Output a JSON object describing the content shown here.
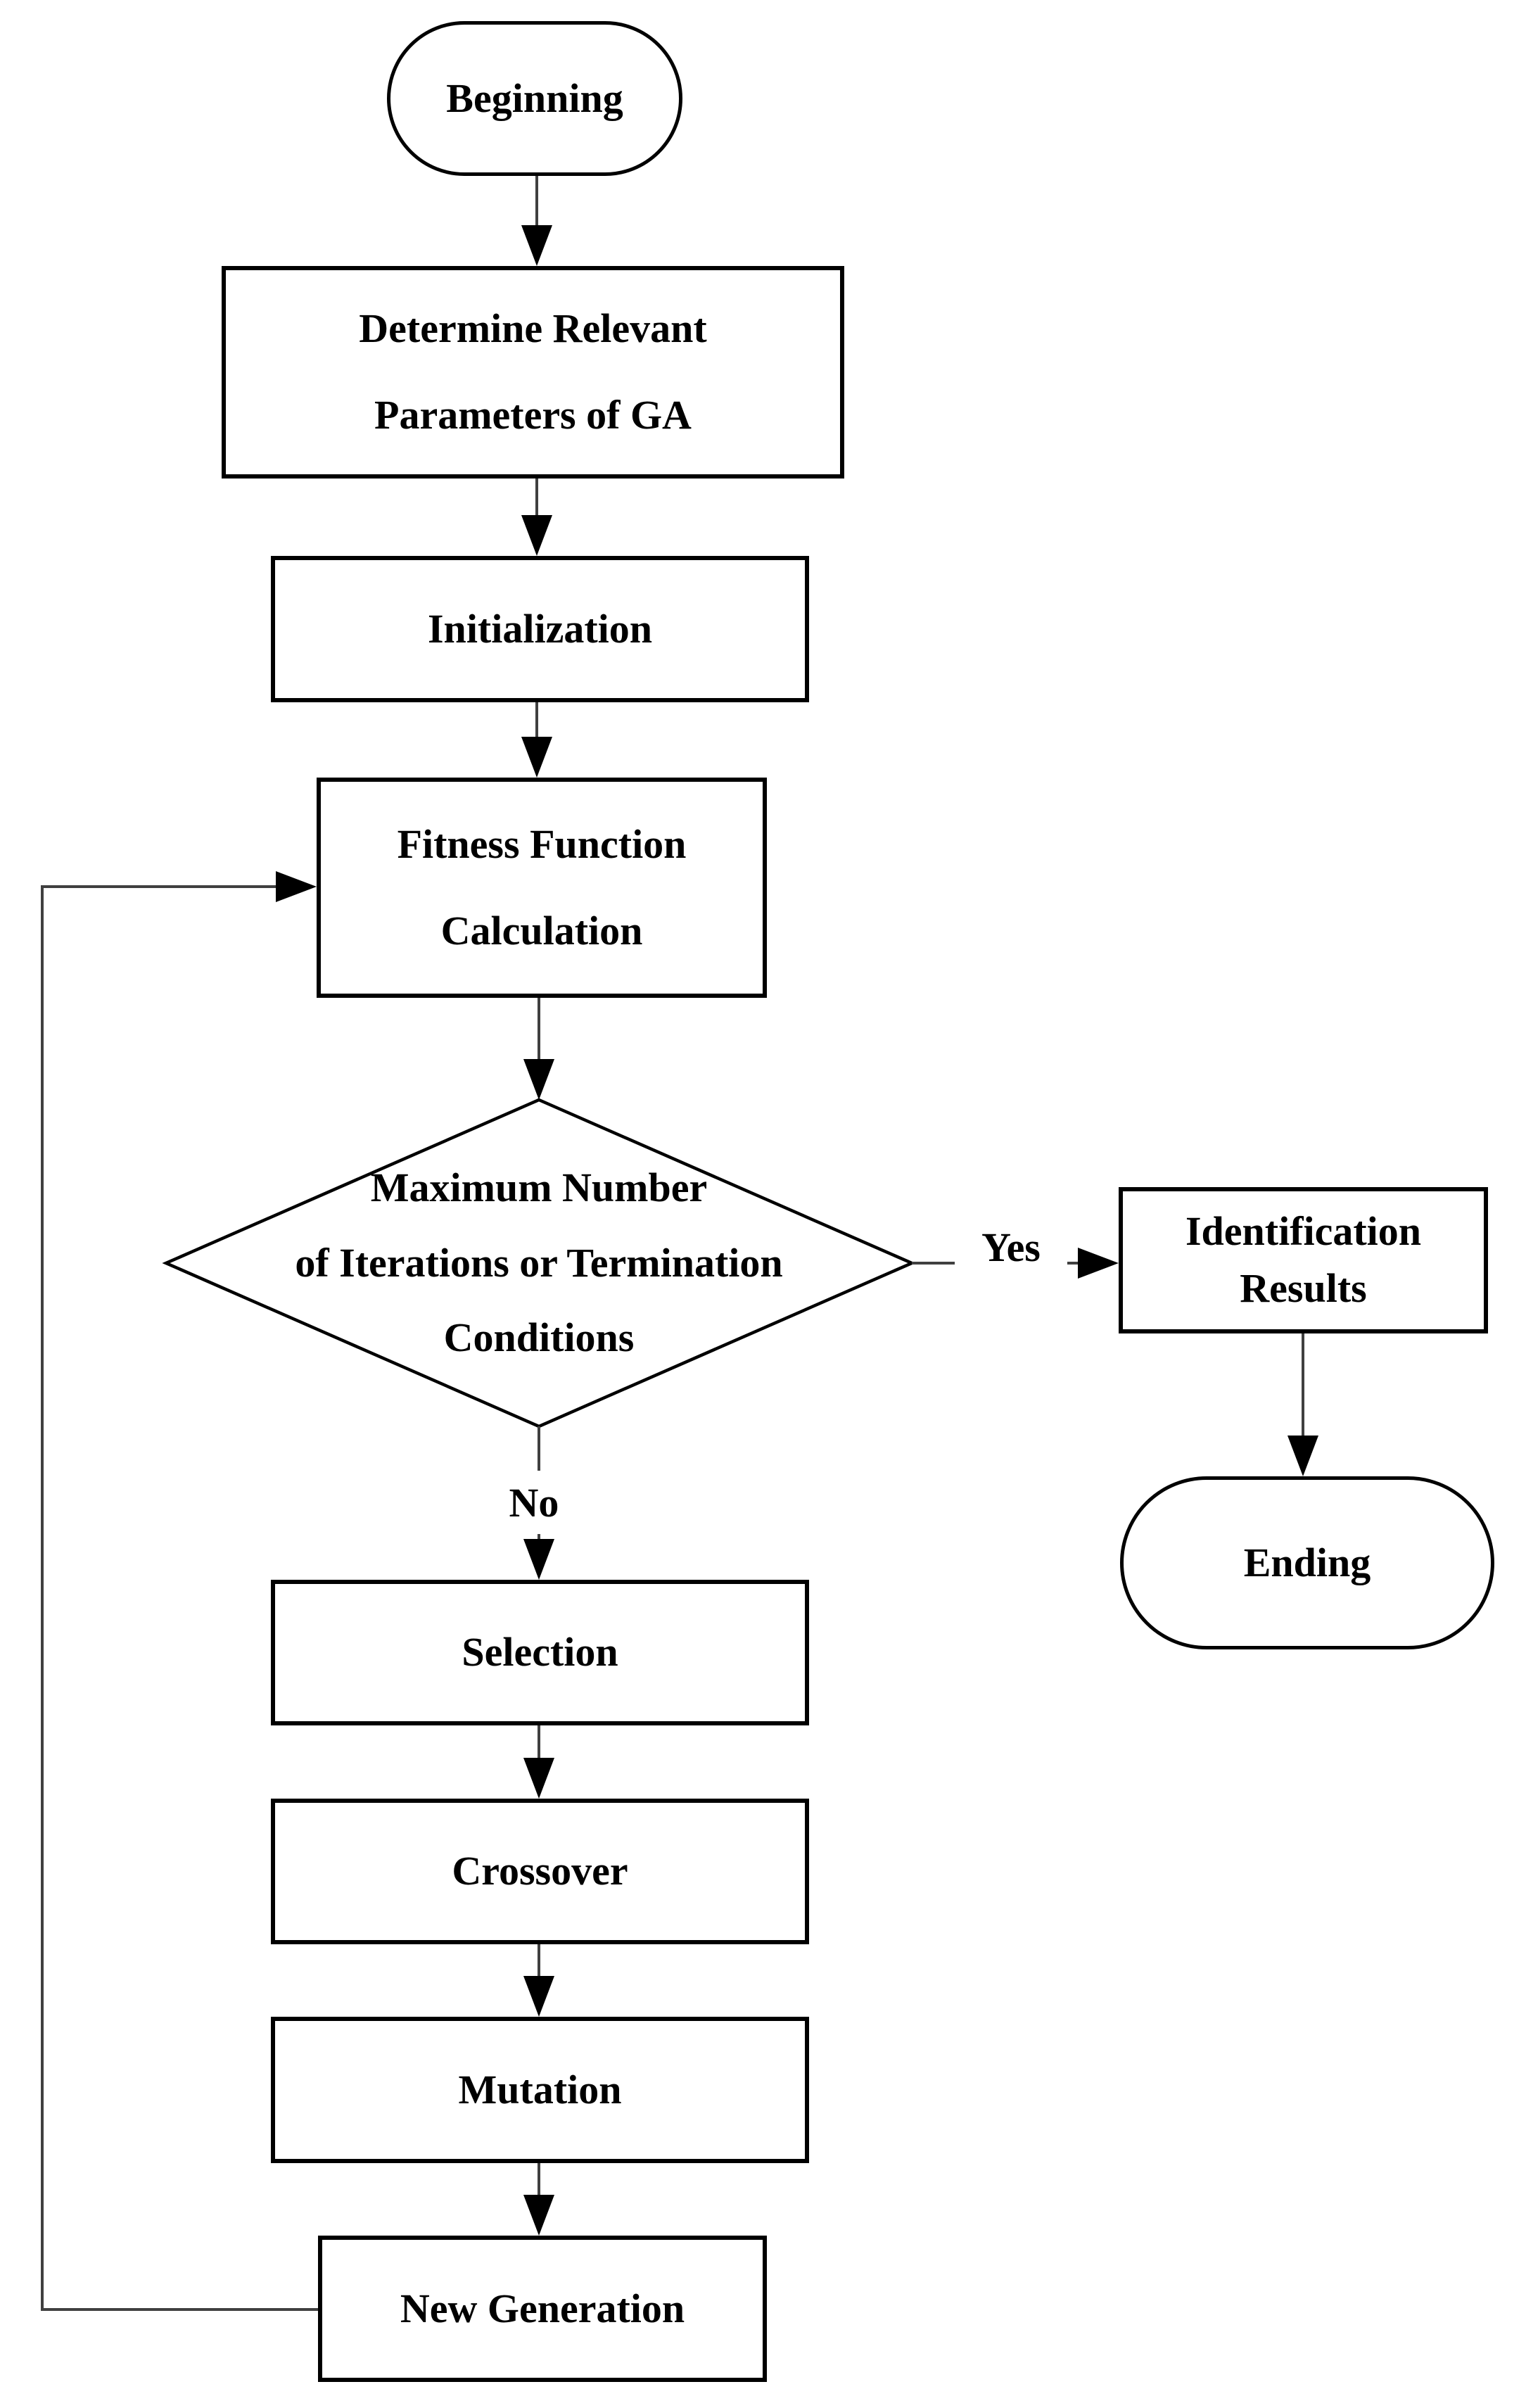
{
  "flowchart": {
    "background": "#ffffff",
    "colors": {
      "shape_fill": "#ffffff",
      "shape_border": "#000000",
      "connector": "#404040",
      "arrowhead": "#000000",
      "text": "#000000"
    },
    "nodes": {
      "beginning": {
        "type": "terminator",
        "label": "Beginning"
      },
      "determine_parameters": {
        "type": "process",
        "line1": "Determine Relevant",
        "line2": "Parameters of GA"
      },
      "initialization": {
        "type": "process",
        "label": "Initialization"
      },
      "fitness_function": {
        "type": "process",
        "line1": "Fitness Function",
        "line2": "Calculation"
      },
      "termination_decision": {
        "type": "decision",
        "line1": "Maximum Number",
        "line2": "of Iterations or Termination",
        "line3": "Conditions"
      },
      "identification_results": {
        "type": "process",
        "line1": "Identification",
        "line2": "Results"
      },
      "ending": {
        "type": "terminator",
        "label": "Ending"
      },
      "selection": {
        "type": "process",
        "label": "Selection"
      },
      "crossover": {
        "type": "process",
        "label": "Crossover"
      },
      "mutation": {
        "type": "process",
        "label": "Mutation"
      },
      "new_generation": {
        "type": "process",
        "label": "New Generation"
      }
    },
    "edge_labels": {
      "yes": "Yes",
      "no": "No"
    },
    "edges": [
      {
        "from": "beginning",
        "to": "determine_parameters",
        "label": ""
      },
      {
        "from": "determine_parameters",
        "to": "initialization",
        "label": ""
      },
      {
        "from": "initialization",
        "to": "fitness_function",
        "label": ""
      },
      {
        "from": "fitness_function",
        "to": "termination_decision",
        "label": ""
      },
      {
        "from": "termination_decision",
        "to": "identification_results",
        "label": "Yes"
      },
      {
        "from": "identification_results",
        "to": "ending",
        "label": ""
      },
      {
        "from": "termination_decision",
        "to": "selection",
        "label": "No"
      },
      {
        "from": "selection",
        "to": "crossover",
        "label": ""
      },
      {
        "from": "crossover",
        "to": "mutation",
        "label": ""
      },
      {
        "from": "mutation",
        "to": "new_generation",
        "label": ""
      },
      {
        "from": "new_generation",
        "to": "fitness_function",
        "label": ""
      }
    ]
  }
}
